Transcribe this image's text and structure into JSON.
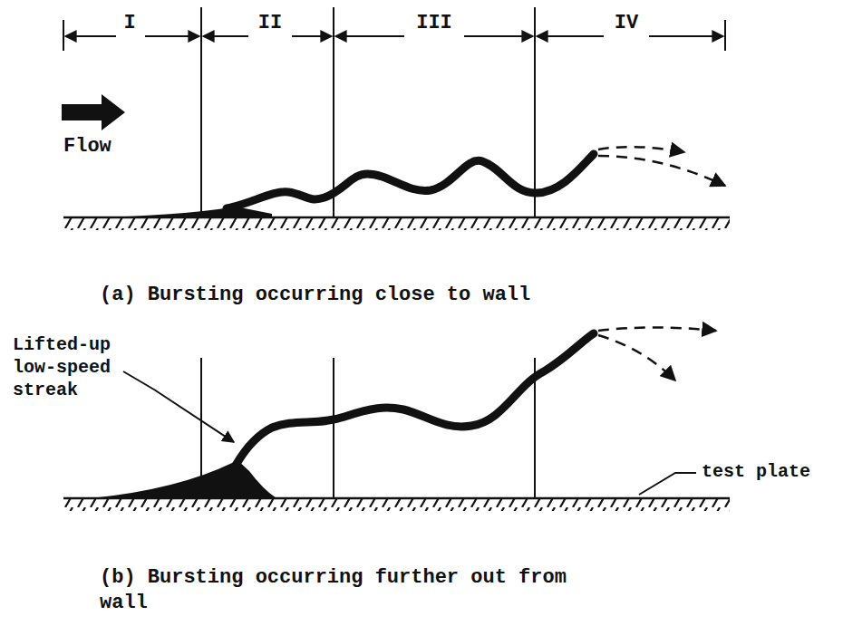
{
  "diagram": {
    "labels": [
      "I",
      "II",
      "III",
      "IV",
      "Flow",
      "(a) Bursting occurring close to wall",
      "Lifted-up low-speed streak",
      "test plate",
      "(b) Bursting occurring further out from wall"
    ]
  }
}
